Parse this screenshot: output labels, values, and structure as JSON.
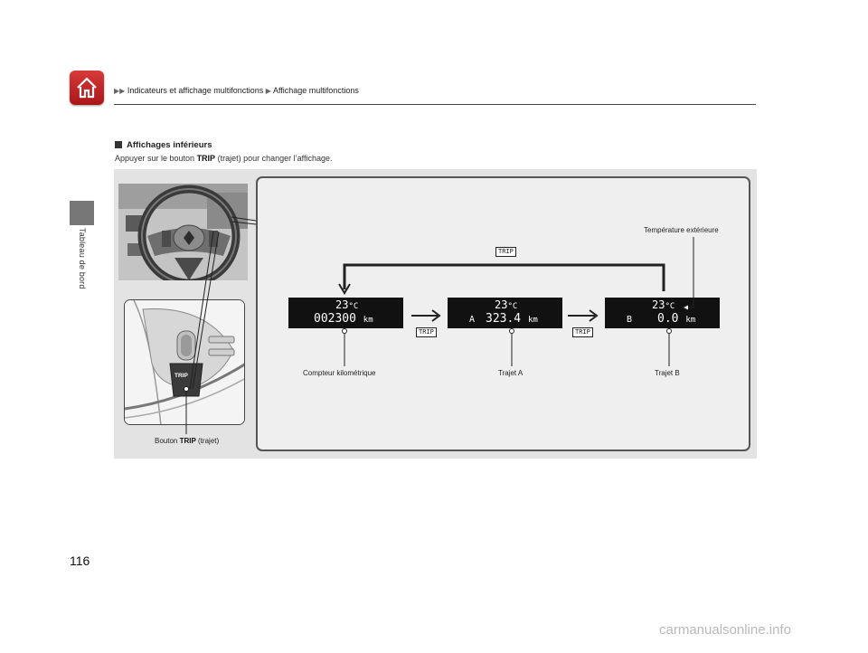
{
  "header": {
    "home_icon": "home-icon",
    "breadcrumb": [
      "Indicateurs et affichage multifonctions",
      "Affichage multifonctions"
    ]
  },
  "sidebar": {
    "label": "Tableau de bord"
  },
  "section": {
    "title": "Affichages inférieurs",
    "body_before": "Appuyer sur le bouton ",
    "body_bold": "TRIP",
    "body_after": " (trajet) pour changer l’affichage."
  },
  "diagram": {
    "button_label": "TRIP",
    "trip_labels": [
      "TRIP",
      "TRIP",
      "TRIP"
    ],
    "displays": [
      {
        "temp": "23",
        "temp_unit": "°C",
        "letter": "",
        "value": "002300",
        "unit": "km"
      },
      {
        "temp": "23",
        "temp_unit": "°C",
        "letter": "A",
        "value": "323.4",
        "unit": "km"
      },
      {
        "temp": "23",
        "temp_unit": "°C",
        "letter": "B",
        "value": "0.0",
        "unit": "km"
      }
    ],
    "callouts": {
      "odometer": "Compteur kilométrique",
      "trip_a": "Trajet A",
      "trip_b": "Trajet B",
      "outside_temp": "Température extérieure",
      "button_before": "Bouton ",
      "button_bold": "TRIP",
      "button_after": " (trajet)"
    }
  },
  "footer": {
    "page_number": "116",
    "watermark": "carmanualsonline.info"
  }
}
